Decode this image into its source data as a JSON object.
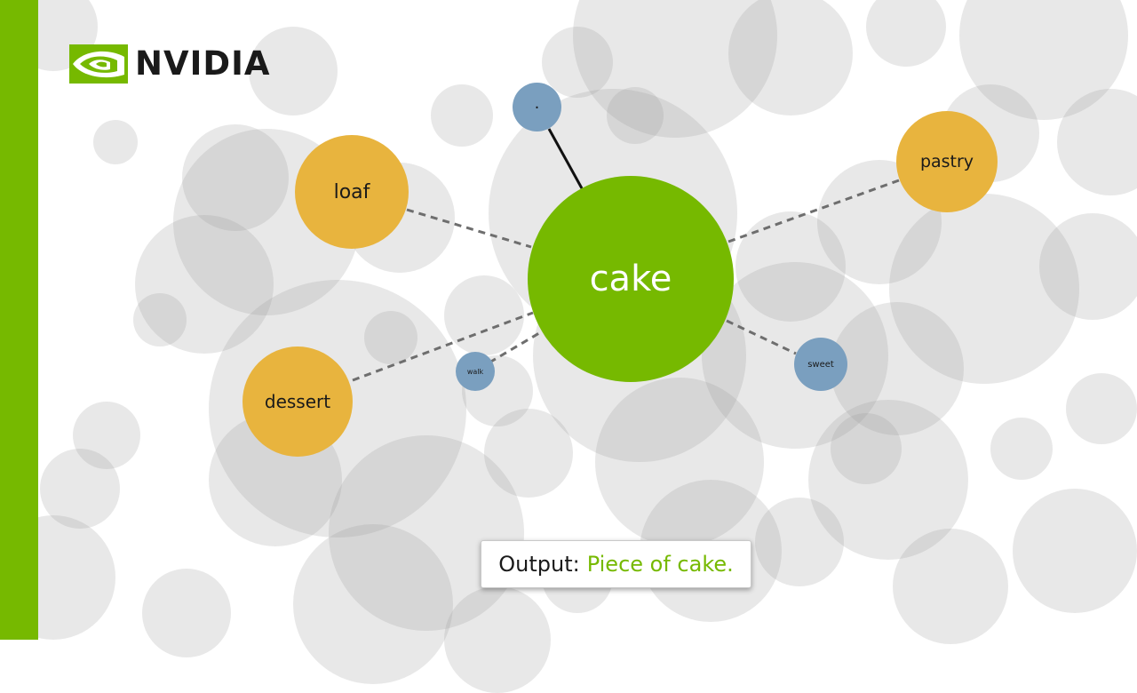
{
  "brand": {
    "name": "NVIDIA",
    "accent_color": "#76b900",
    "logo_icon": "nvidia-eye-icon"
  },
  "graph": {
    "center": {
      "label": "cake",
      "color": "#76b900"
    },
    "neighbors": [
      {
        "id": "dot",
        "label": ".",
        "color": "#7a9fbf",
        "edge": "solid",
        "size_class": "small"
      },
      {
        "id": "loaf",
        "label": "loaf",
        "color": "#e8b43e",
        "edge": "dashed",
        "size_class": "large"
      },
      {
        "id": "pastry",
        "label": "pastry",
        "color": "#e8b43e",
        "edge": "dashed",
        "size_class": "large"
      },
      {
        "id": "dessert",
        "label": "dessert",
        "color": "#e8b43e",
        "edge": "dashed",
        "size_class": "large"
      },
      {
        "id": "walk",
        "label": "walk",
        "color": "#7a9fbf",
        "edge": "dashed",
        "size_class": "tiny"
      },
      {
        "id": "sweet",
        "label": "sweet",
        "color": "#7a9fbf",
        "edge": "dashed",
        "size_class": "small"
      }
    ]
  },
  "output": {
    "label": "Output:",
    "value": "Piece of cake."
  }
}
